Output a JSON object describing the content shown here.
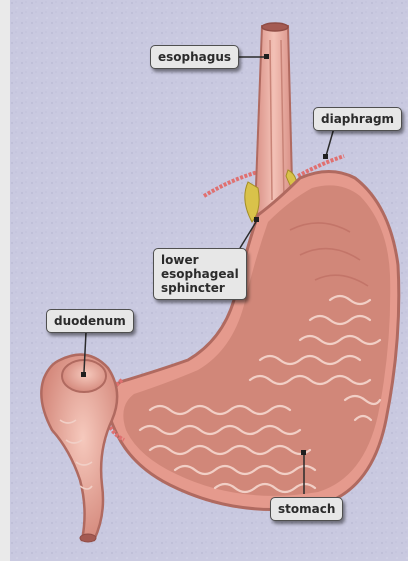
{
  "labels": {
    "esophagus": "esophagus",
    "diaphragm": "diaphragm",
    "lower_esophageal_sphincter": "lower\nesophageal\nsphincter",
    "duodenum": "duodenum",
    "stomach": "stomach"
  },
  "colors": {
    "background": "#c9c9e0",
    "stomach_wall": "#e59a8d",
    "stomach_lining": "#c77e74",
    "diaphragm_tissue": "#e07070",
    "sphincter_fat": "#d9c24a",
    "label_fill": "#e7e7e7",
    "label_border": "#4f4f4f"
  }
}
